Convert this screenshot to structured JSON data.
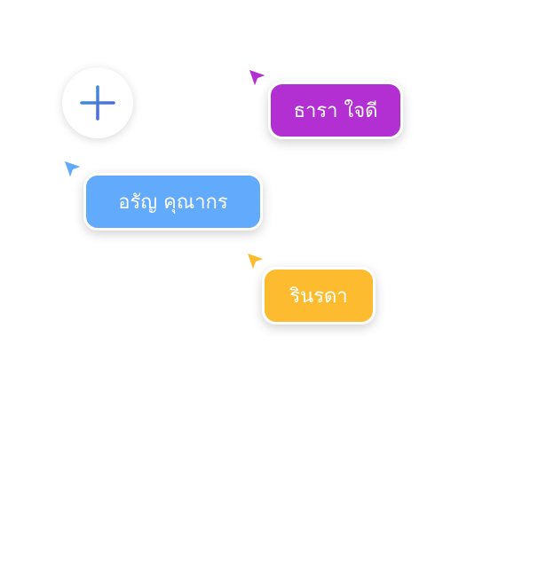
{
  "add_button": {
    "icon": "plus-icon"
  },
  "collaborators": [
    {
      "name": "ธารา ใจดี",
      "color": "#b230d2"
    },
    {
      "name": "อรัญ คุณากร",
      "color": "#62aafc"
    },
    {
      "name": "รินรดา",
      "color": "#fdbb30"
    }
  ]
}
